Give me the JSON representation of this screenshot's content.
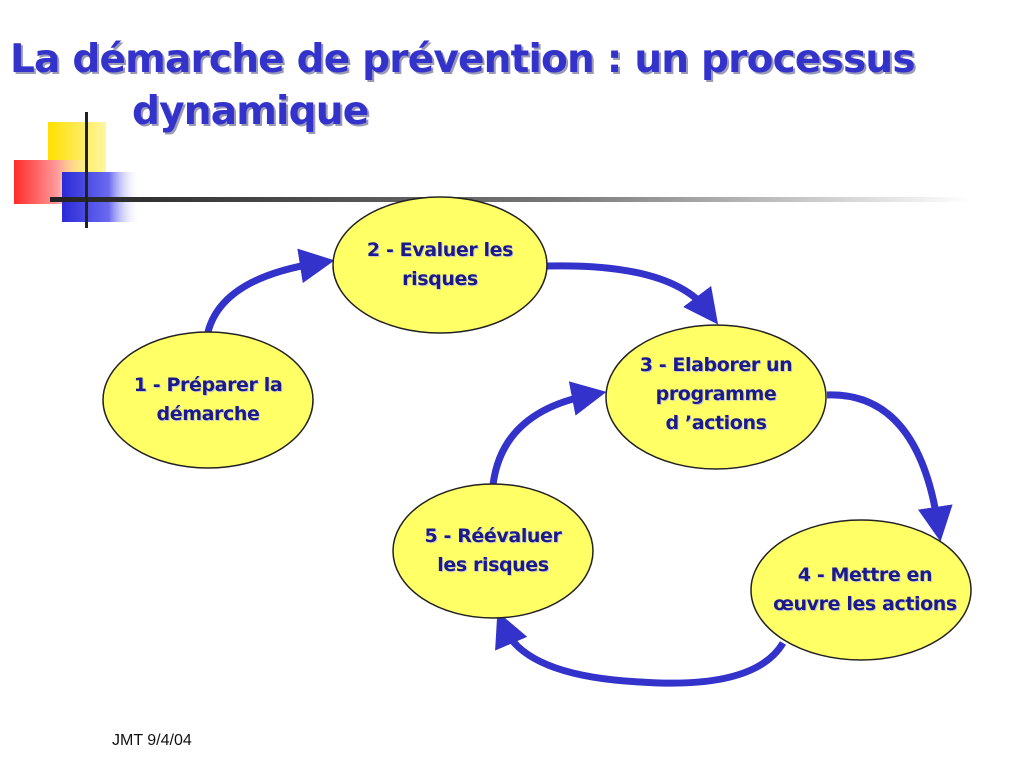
{
  "slide": {
    "title_line1": "La démarche de prévention : un processus",
    "title_line2": "dynamique",
    "footer": "JMT 9/4/04"
  },
  "diagram": {
    "nodes": [
      {
        "id": "step-1",
        "label": "1 - Préparer la\ndémarche"
      },
      {
        "id": "step-2",
        "label": "2 - Evaluer les\nrisques"
      },
      {
        "id": "step-3",
        "label": "3 - Elaborer un\nprogramme\nd ’actions"
      },
      {
        "id": "step-4",
        "label": "4 - Mettre en\nœuvre les actions"
      },
      {
        "id": "step-5",
        "label": "5 - Réévaluer\nles  risques"
      }
    ],
    "edges": [
      {
        "from": "step-1",
        "to": "step-2"
      },
      {
        "from": "step-2",
        "to": "step-3"
      },
      {
        "from": "step-3",
        "to": "step-4"
      },
      {
        "from": "step-4",
        "to": "step-5"
      },
      {
        "from": "step-5",
        "to": "step-3"
      }
    ]
  },
  "colors": {
    "title": "#3333cc",
    "node_fill": "#ffff66",
    "node_stroke": "#222222",
    "arrow": "#3333cc",
    "node_text": "#1a1a8c"
  }
}
